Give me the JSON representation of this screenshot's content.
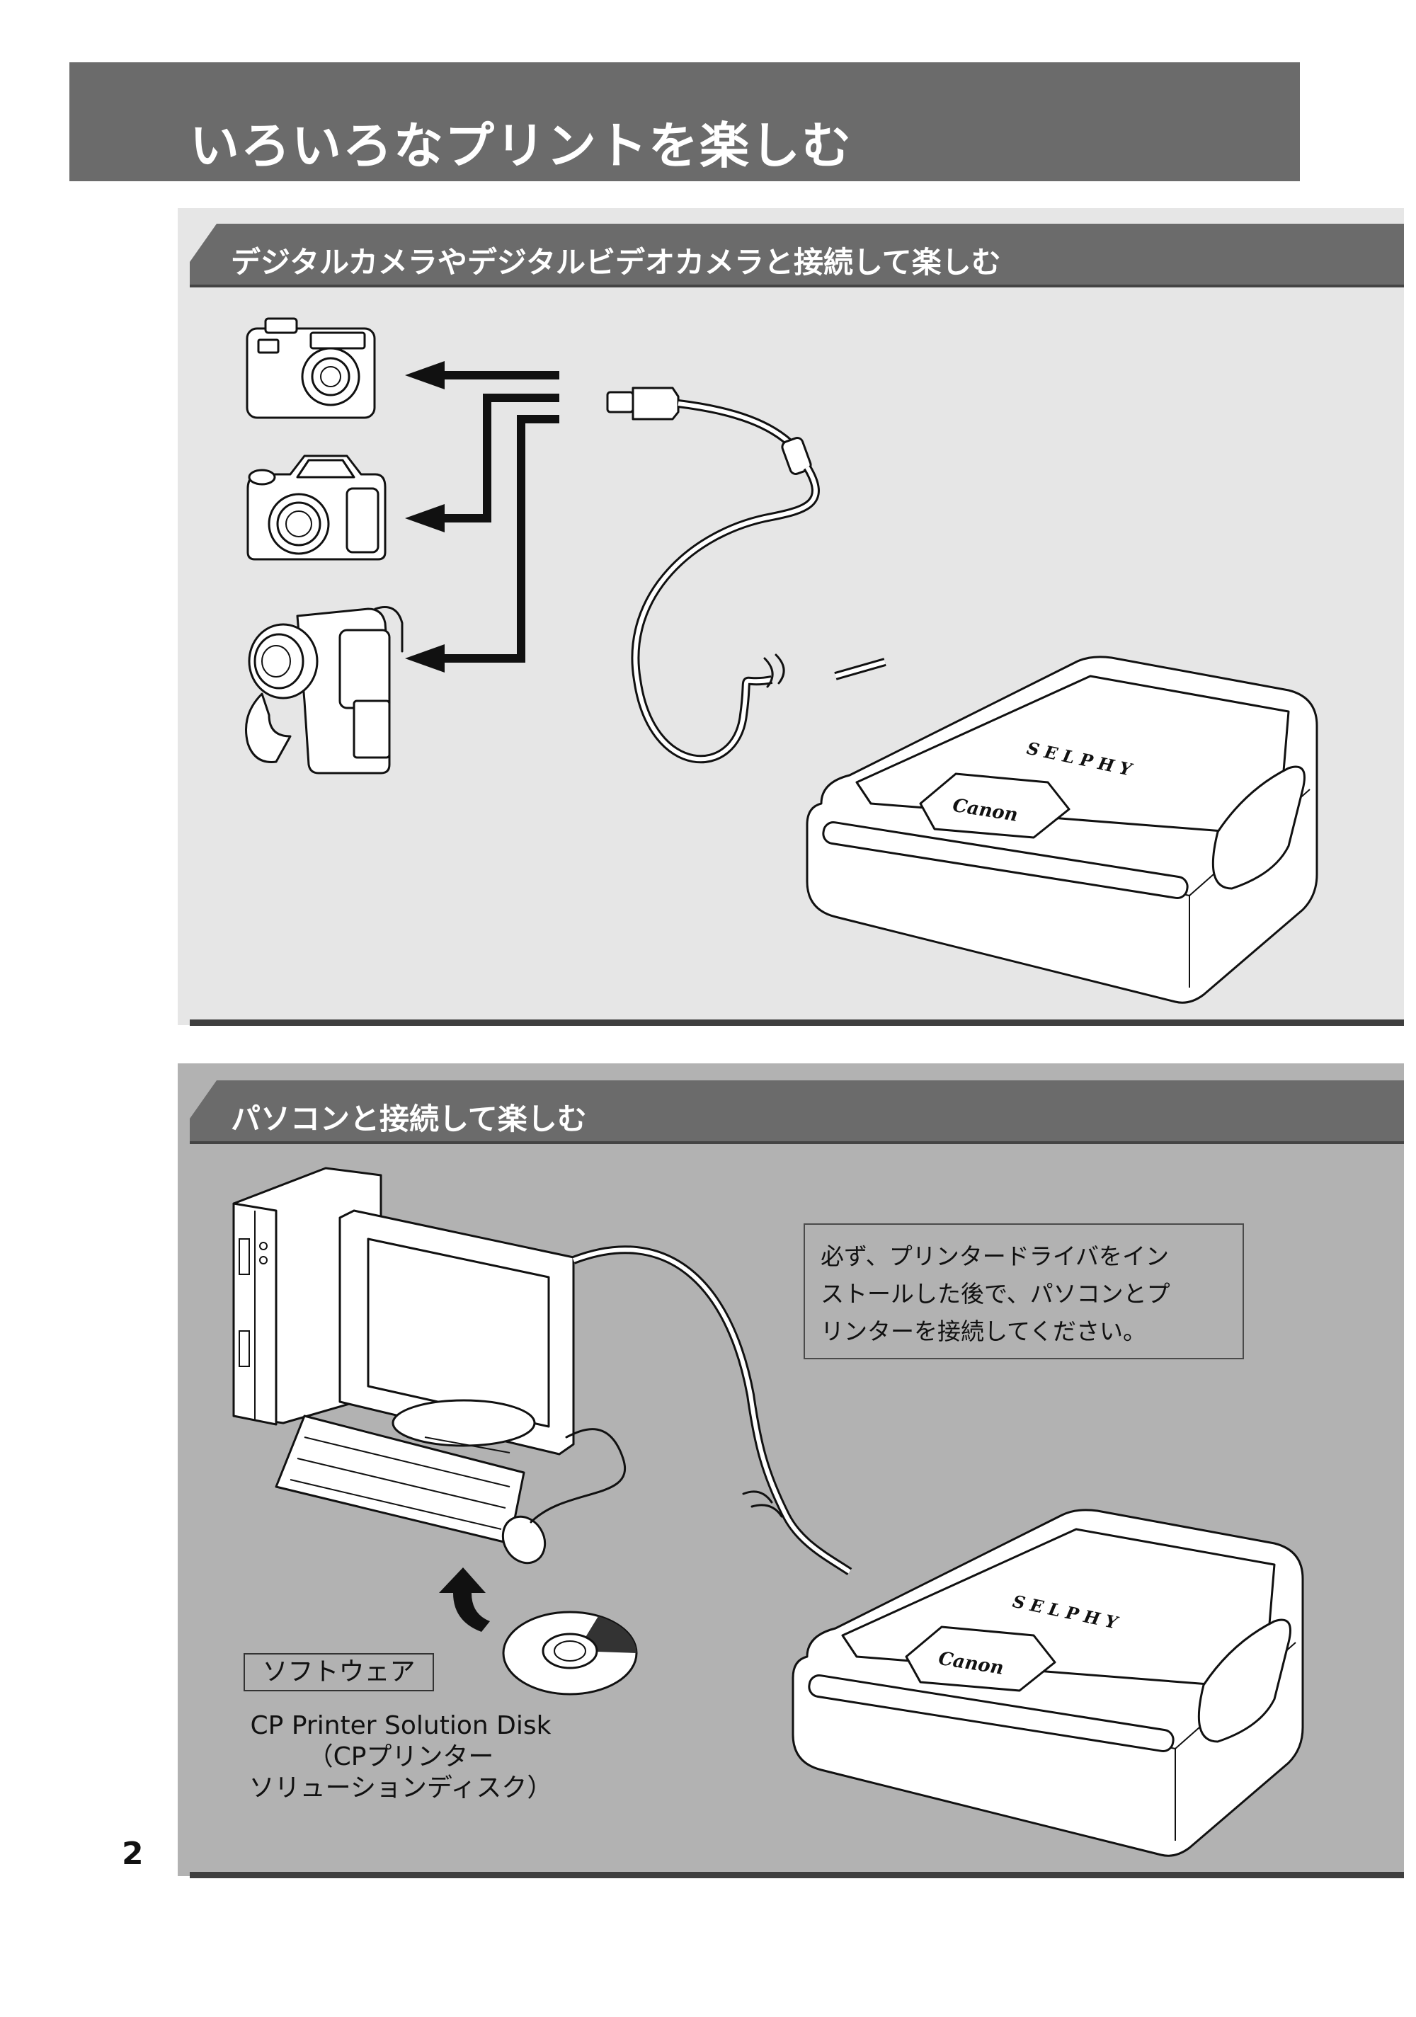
{
  "page_title": "いろいろなプリントを楽しむ",
  "section1": {
    "heading": "デジタルカメラやデジタルビデオカメラと接続して楽しむ"
  },
  "section2": {
    "heading": "パソコンと接続して楽しむ",
    "note_lines": [
      "必ず、プリンタードライバをイン",
      "ストールした後で、パソコンとプ",
      "リンターを接続してください。"
    ],
    "software_label": "ソフトウェア",
    "disk_caption_lines": [
      "CP Printer Solution Disk",
      "（CPプリンター",
      "ソリューションディスク）"
    ]
  },
  "printer": {
    "brand_text": "SELPHY",
    "logo_text": "Canon"
  },
  "page_number": "2",
  "colors": {
    "title_bar": "#6b6b6b",
    "panel1_bg": "#e6e6e6",
    "panel2_bg": "#b2b2b2",
    "rule": "#3f3f3f"
  }
}
